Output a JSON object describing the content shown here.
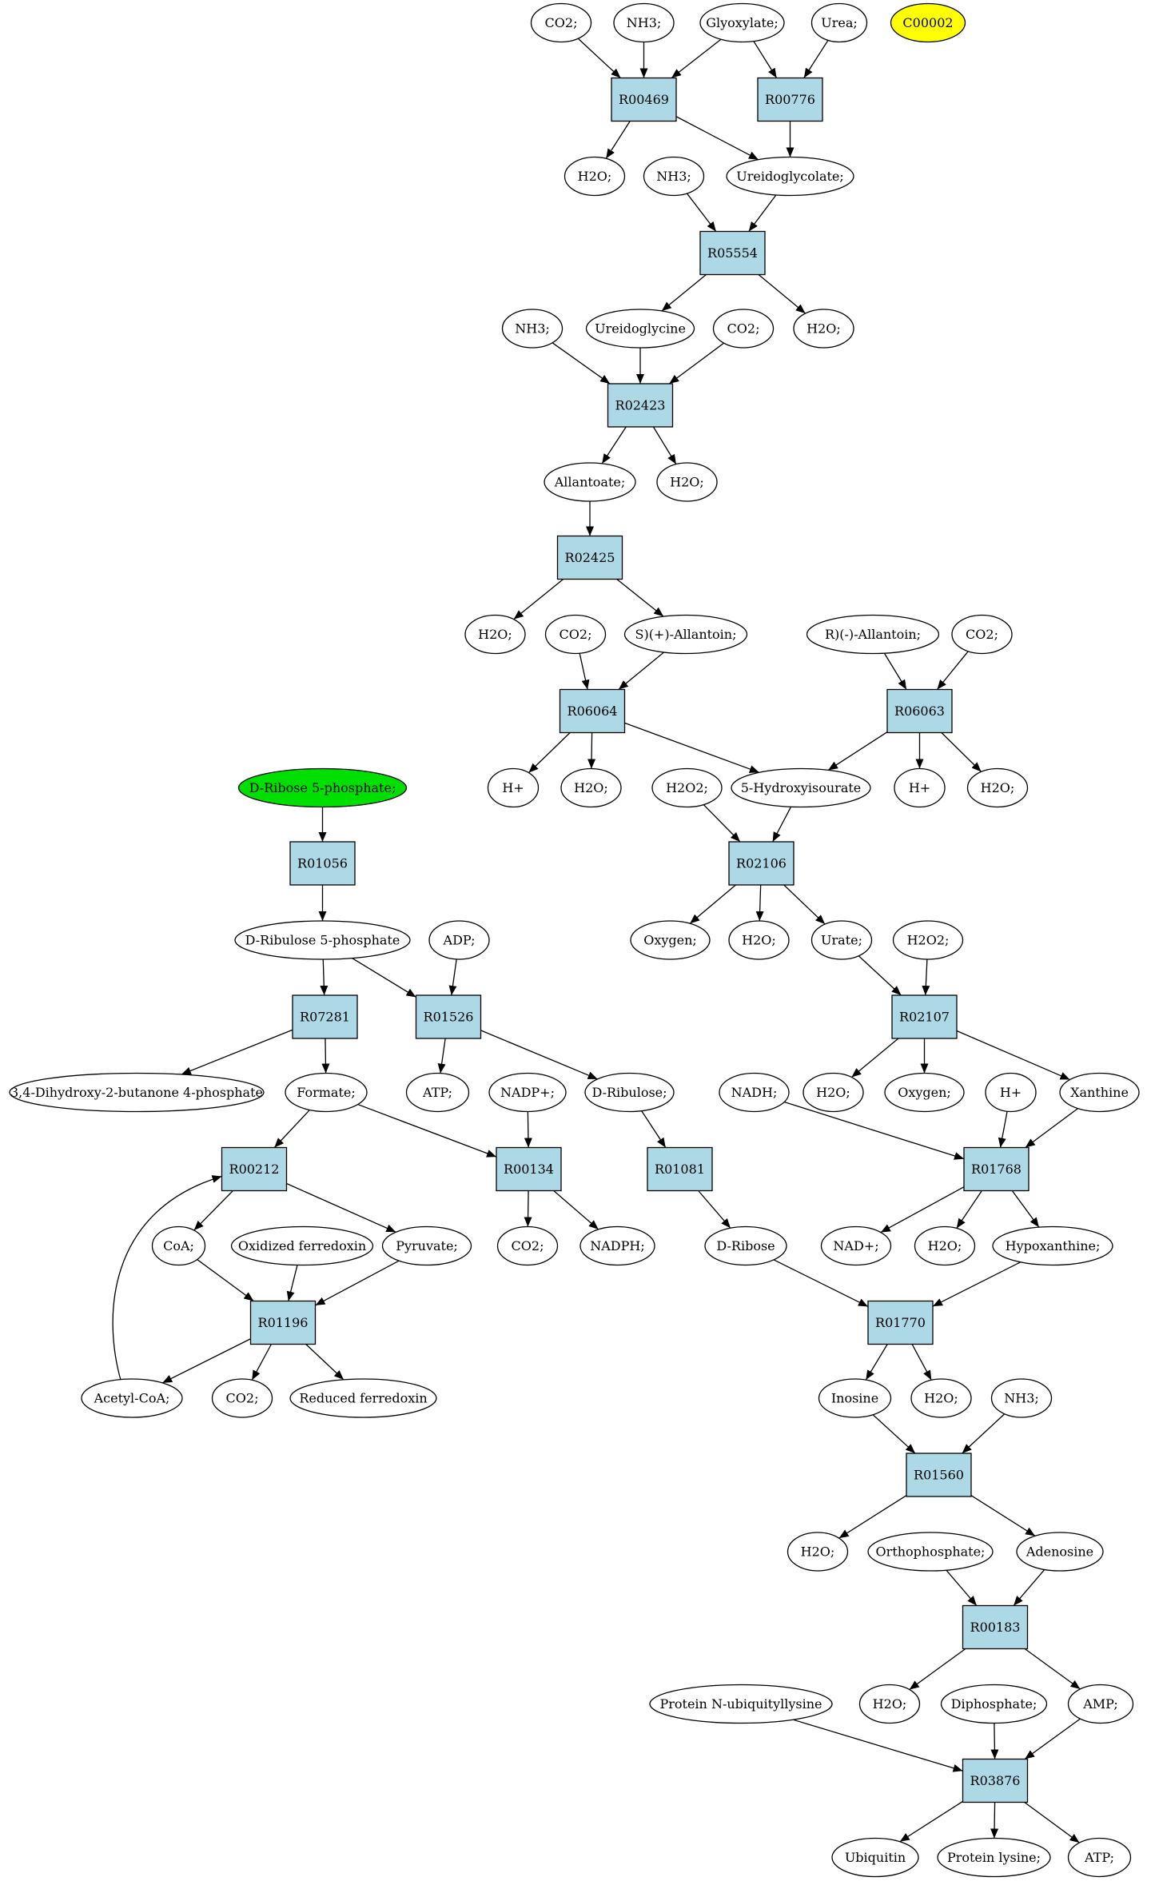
{
  "colors": {
    "reaction_fill": "#add8e6",
    "compound_fill": "#ffffff",
    "highlight_yellow": "#ffff00",
    "highlight_green": "#00e000",
    "line": "#000000"
  },
  "nodes": [
    {
      "id": "co2_a",
      "label": "CO2;",
      "kind": "compound"
    },
    {
      "id": "nh3_a",
      "label": "NH3;",
      "kind": "compound"
    },
    {
      "id": "glyox",
      "label": "Glyoxylate;",
      "kind": "compound"
    },
    {
      "id": "urea",
      "label": "Urea;",
      "kind": "compound"
    },
    {
      "id": "c00002",
      "label": "C00002",
      "kind": "compound",
      "fill": "highlight_yellow"
    },
    {
      "id": "R00469",
      "label": "R00469",
      "kind": "reaction"
    },
    {
      "id": "R00776",
      "label": "R00776",
      "kind": "reaction"
    },
    {
      "id": "h2o_a",
      "label": "H2O;",
      "kind": "compound"
    },
    {
      "id": "nh3_b",
      "label": "NH3;",
      "kind": "compound"
    },
    {
      "id": "ureidogly",
      "label": "Ureidoglycolate;",
      "kind": "compound"
    },
    {
      "id": "R05554",
      "label": "R05554",
      "kind": "reaction"
    },
    {
      "id": "nh3_c",
      "label": "NH3;",
      "kind": "compound"
    },
    {
      "id": "ureidoglyc",
      "label": "Ureidoglycine",
      "kind": "compound"
    },
    {
      "id": "co2_b",
      "label": "CO2;",
      "kind": "compound"
    },
    {
      "id": "h2o_b",
      "label": "H2O;",
      "kind": "compound"
    },
    {
      "id": "R02423",
      "label": "R02423",
      "kind": "reaction"
    },
    {
      "id": "allantoate",
      "label": "Allantoate;",
      "kind": "compound"
    },
    {
      "id": "h2o_c",
      "label": "H2O;",
      "kind": "compound"
    },
    {
      "id": "R02425",
      "label": "R02425",
      "kind": "reaction"
    },
    {
      "id": "h2o_d",
      "label": "H2O;",
      "kind": "compound"
    },
    {
      "id": "co2_c",
      "label": "CO2;",
      "kind": "compound"
    },
    {
      "id": "sallantoin",
      "label": "S)(+)-Allantoin;",
      "kind": "compound"
    },
    {
      "id": "rallantoin",
      "label": "R)(-)-Allantoin;",
      "kind": "compound"
    },
    {
      "id": "co2_d",
      "label": "CO2;",
      "kind": "compound"
    },
    {
      "id": "R06064",
      "label": "R06064",
      "kind": "reaction"
    },
    {
      "id": "R06063",
      "label": "R06063",
      "kind": "reaction"
    },
    {
      "id": "hplus_a",
      "label": "H+",
      "kind": "compound"
    },
    {
      "id": "h2o_e",
      "label": "H2O;",
      "kind": "compound"
    },
    {
      "id": "h2o2_a",
      "label": "H2O2;",
      "kind": "compound"
    },
    {
      "id": "hydroxyiso",
      "label": "5-Hydroxyisourate",
      "kind": "compound"
    },
    {
      "id": "hplus_b",
      "label": "H+",
      "kind": "compound"
    },
    {
      "id": "h2o_f",
      "label": "H2O;",
      "kind": "compound"
    },
    {
      "id": "ribose5p",
      "label": "D-Ribose 5-phosphate;",
      "kind": "compound",
      "fill": "highlight_green"
    },
    {
      "id": "R01056",
      "label": "R01056",
      "kind": "reaction"
    },
    {
      "id": "R02106",
      "label": "R02106",
      "kind": "reaction"
    },
    {
      "id": "oxygen_a",
      "label": "Oxygen;",
      "kind": "compound"
    },
    {
      "id": "h2o_g",
      "label": "H2O;",
      "kind": "compound"
    },
    {
      "id": "urate",
      "label": "Urate;",
      "kind": "compound"
    },
    {
      "id": "h2o2_b",
      "label": "H2O2;",
      "kind": "compound"
    },
    {
      "id": "ribulose5p",
      "label": "D-Ribulose 5-phosphate",
      "kind": "compound"
    },
    {
      "id": "adp",
      "label": "ADP;",
      "kind": "compound"
    },
    {
      "id": "R07281",
      "label": "R07281",
      "kind": "reaction"
    },
    {
      "id": "R01526",
      "label": "R01526",
      "kind": "reaction"
    },
    {
      "id": "R02107",
      "label": "R02107",
      "kind": "reaction"
    },
    {
      "id": "dhb4p",
      "label": "3,4-Dihydroxy-2-butanone 4-phosphate",
      "kind": "compound"
    },
    {
      "id": "formate",
      "label": "Formate;",
      "kind": "compound"
    },
    {
      "id": "atp_a",
      "label": "ATP;",
      "kind": "compound"
    },
    {
      "id": "nadp",
      "label": "NADP+;",
      "kind": "compound"
    },
    {
      "id": "ribulose",
      "label": "D-Ribulose;",
      "kind": "compound"
    },
    {
      "id": "nadh",
      "label": "NADH;",
      "kind": "compound"
    },
    {
      "id": "h2o_h",
      "label": "H2O;",
      "kind": "compound"
    },
    {
      "id": "oxygen_b",
      "label": "Oxygen;",
      "kind": "compound"
    },
    {
      "id": "hplus_c",
      "label": "H+",
      "kind": "compound"
    },
    {
      "id": "xanthine",
      "label": "Xanthine",
      "kind": "compound"
    },
    {
      "id": "R00212",
      "label": "R00212",
      "kind": "reaction"
    },
    {
      "id": "R00134",
      "label": "R00134",
      "kind": "reaction"
    },
    {
      "id": "R01081",
      "label": "R01081",
      "kind": "reaction"
    },
    {
      "id": "R01768",
      "label": "R01768",
      "kind": "reaction"
    },
    {
      "id": "coa",
      "label": "CoA;",
      "kind": "compound"
    },
    {
      "id": "oxferr",
      "label": "Oxidized ferredoxin",
      "kind": "compound"
    },
    {
      "id": "pyruvate",
      "label": "Pyruvate;",
      "kind": "compound"
    },
    {
      "id": "co2_e",
      "label": "CO2;",
      "kind": "compound"
    },
    {
      "id": "nadph",
      "label": "NADPH;",
      "kind": "compound"
    },
    {
      "id": "dribose",
      "label": "D-Ribose",
      "kind": "compound"
    },
    {
      "id": "nad",
      "label": "NAD+;",
      "kind": "compound"
    },
    {
      "id": "h2o_i",
      "label": "H2O;",
      "kind": "compound"
    },
    {
      "id": "hypoxanthine",
      "label": "Hypoxanthine;",
      "kind": "compound"
    },
    {
      "id": "R01196",
      "label": "R01196",
      "kind": "reaction"
    },
    {
      "id": "R01770",
      "label": "R01770",
      "kind": "reaction"
    },
    {
      "id": "acetylcoa",
      "label": "Acetyl-CoA;",
      "kind": "compound"
    },
    {
      "id": "co2_f",
      "label": "CO2;",
      "kind": "compound"
    },
    {
      "id": "redferr",
      "label": "Reduced ferredoxin",
      "kind": "compound"
    },
    {
      "id": "inosine",
      "label": "Inosine",
      "kind": "compound"
    },
    {
      "id": "h2o_j",
      "label": "H2O;",
      "kind": "compound"
    },
    {
      "id": "nh3_d",
      "label": "NH3;",
      "kind": "compound"
    },
    {
      "id": "R01560",
      "label": "R01560",
      "kind": "reaction"
    },
    {
      "id": "h2o_k",
      "label": "H2O;",
      "kind": "compound"
    },
    {
      "id": "orthophos",
      "label": "Orthophosphate;",
      "kind": "compound"
    },
    {
      "id": "adenosine",
      "label": "Adenosine",
      "kind": "compound"
    },
    {
      "id": "R00183",
      "label": "R00183",
      "kind": "reaction"
    },
    {
      "id": "protnub",
      "label": "Protein N-ubiquityllysine",
      "kind": "compound"
    },
    {
      "id": "h2o_l",
      "label": "H2O;",
      "kind": "compound"
    },
    {
      "id": "diphos",
      "label": "Diphosphate;",
      "kind": "compound"
    },
    {
      "id": "amp",
      "label": "AMP;",
      "kind": "compound"
    },
    {
      "id": "R03876",
      "label": "R03876",
      "kind": "reaction"
    },
    {
      "id": "ubiquitin",
      "label": "Ubiquitin",
      "kind": "compound"
    },
    {
      "id": "protlys",
      "label": "Protein lysine;",
      "kind": "compound"
    },
    {
      "id": "atp_b",
      "label": "ATP;",
      "kind": "compound"
    }
  ],
  "edges": [
    [
      "co2_a",
      "R00469"
    ],
    [
      "nh3_a",
      "R00469"
    ],
    [
      "glyox",
      "R00469"
    ],
    [
      "glyox",
      "R00776"
    ],
    [
      "urea",
      "R00776"
    ],
    [
      "R00469",
      "h2o_a"
    ],
    [
      "R00469",
      "ureidogly"
    ],
    [
      "R00776",
      "ureidogly"
    ],
    [
      "nh3_b",
      "R05554"
    ],
    [
      "ureidogly",
      "R05554"
    ],
    [
      "R05554",
      "ureidoglyc"
    ],
    [
      "R05554",
      "h2o_b"
    ],
    [
      "nh3_c",
      "R02423"
    ],
    [
      "ureidoglyc",
      "R02423"
    ],
    [
      "co2_b",
      "R02423"
    ],
    [
      "R02423",
      "allantoate"
    ],
    [
      "R02423",
      "h2o_c"
    ],
    [
      "allantoate",
      "R02425"
    ],
    [
      "R02425",
      "h2o_d"
    ],
    [
      "R02425",
      "sallantoin"
    ],
    [
      "co2_c",
      "R06064"
    ],
    [
      "sallantoin",
      "R06064"
    ],
    [
      "rallantoin",
      "R06063"
    ],
    [
      "co2_d",
      "R06063"
    ],
    [
      "R06064",
      "hplus_a"
    ],
    [
      "R06064",
      "h2o_e"
    ],
    [
      "R06064",
      "hydroxyiso"
    ],
    [
      "R06063",
      "hydroxyiso"
    ],
    [
      "R06063",
      "hplus_b"
    ],
    [
      "R06063",
      "h2o_f"
    ],
    [
      "h2o2_a",
      "R02106"
    ],
    [
      "hydroxyiso",
      "R02106"
    ],
    [
      "R02106",
      "oxygen_a"
    ],
    [
      "R02106",
      "h2o_g"
    ],
    [
      "R02106",
      "urate"
    ],
    [
      "urate",
      "R02107"
    ],
    [
      "h2o2_b",
      "R02107"
    ],
    [
      "R02107",
      "h2o_h"
    ],
    [
      "R02107",
      "oxygen_b"
    ],
    [
      "R02107",
      "xanthine"
    ],
    [
      "ribose5p",
      "R01056"
    ],
    [
      "R01056",
      "ribulose5p"
    ],
    [
      "ribulose5p",
      "R07281"
    ],
    [
      "ribulose5p",
      "R01526"
    ],
    [
      "adp",
      "R01526"
    ],
    [
      "R07281",
      "dhb4p"
    ],
    [
      "R07281",
      "formate"
    ],
    [
      "R01526",
      "atp_a"
    ],
    [
      "R01526",
      "ribulose"
    ],
    [
      "formate",
      "R00212"
    ],
    [
      "formate",
      "R00134"
    ],
    [
      "nadp",
      "R00134"
    ],
    [
      "ribulose",
      "R01081"
    ],
    [
      "nadh",
      "R01768"
    ],
    [
      "hplus_c",
      "R01768"
    ],
    [
      "xanthine",
      "R01768"
    ],
    [
      "R00212",
      "coa"
    ],
    [
      "R00212",
      "pyruvate"
    ],
    [
      "R00134",
      "co2_e"
    ],
    [
      "R00134",
      "nadph"
    ],
    [
      "R01081",
      "dribose"
    ],
    [
      "R01768",
      "nad"
    ],
    [
      "R01768",
      "h2o_i"
    ],
    [
      "R01768",
      "hypoxanthine"
    ],
    [
      "coa",
      "R01196"
    ],
    [
      "oxferr",
      "R01196"
    ],
    [
      "pyruvate",
      "R01196"
    ],
    [
      "dribose",
      "R01770"
    ],
    [
      "hypoxanthine",
      "R01770"
    ],
    [
      "R01196",
      "acetylcoa"
    ],
    [
      "R01196",
      "co2_f"
    ],
    [
      "R01196",
      "redferr"
    ],
    [
      "acetylcoa",
      "R00212"
    ],
    [
      "R01770",
      "inosine"
    ],
    [
      "R01770",
      "h2o_j"
    ],
    [
      "inosine",
      "R01560"
    ],
    [
      "nh3_d",
      "R01560"
    ],
    [
      "R01560",
      "h2o_k"
    ],
    [
      "R01560",
      "adenosine"
    ],
    [
      "orthophos",
      "R00183"
    ],
    [
      "adenosine",
      "R00183"
    ],
    [
      "R00183",
      "h2o_l"
    ],
    [
      "R00183",
      "amp"
    ],
    [
      "protnub",
      "R03876"
    ],
    [
      "diphos",
      "R03876"
    ],
    [
      "amp",
      "R03876"
    ],
    [
      "R03876",
      "ubiquitin"
    ],
    [
      "R03876",
      "protlys"
    ],
    [
      "R03876",
      "atp_b"
    ]
  ]
}
